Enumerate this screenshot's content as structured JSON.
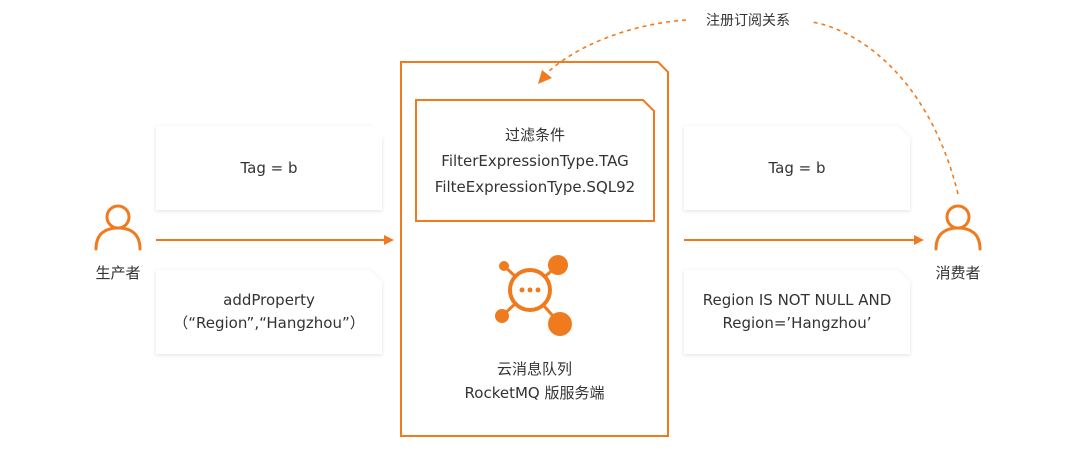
{
  "producer": {
    "label": "生产者"
  },
  "consumer": {
    "label": "消费者"
  },
  "register_label": "注册订阅关系",
  "producer_tag_card": {
    "text": "Tag = b"
  },
  "producer_property_card": {
    "line1": "addProperty",
    "line2": "（“Region”,“Hangzhou”）"
  },
  "consumer_tag_card": {
    "text": "Tag = b"
  },
  "consumer_sql_card": {
    "line1": "Region IS NOT NULL AND",
    "line2": "Region=’Hangzhou’"
  },
  "server": {
    "filter_title": "过滤条件",
    "filter_line1": "FilterExpressionType.TAG",
    "filter_line2": "FilteExpressionType.SQL92",
    "name_line1": "云消息队列",
    "name_line2": "RocketMQ 版服务端"
  },
  "colors": {
    "accent": "#F07B1F",
    "card_shadow": "#E6E6E6"
  },
  "icons": [
    "person-icon",
    "message-hub-icon"
  ]
}
